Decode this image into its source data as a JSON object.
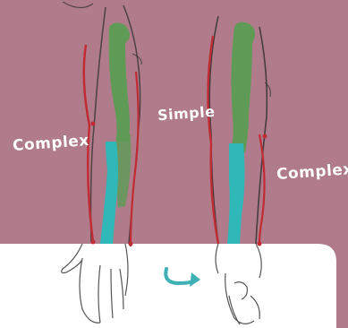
{
  "labels": {
    "complex_left": "Complex",
    "simple": "Simple",
    "complex_right": "Complex"
  },
  "colors": {
    "background": "#b07b8b",
    "bottom_area": "#ffffff",
    "humerus_radius_green": "#5f9b57",
    "ulna_cyan": "#2fb8b7",
    "contour_red": "#c12c34",
    "sketch_line": "#2b2b2b",
    "rotation_arrow": "#3fb0b3"
  },
  "icons": {
    "rotation_arrow": "curved-arrow-icon"
  }
}
